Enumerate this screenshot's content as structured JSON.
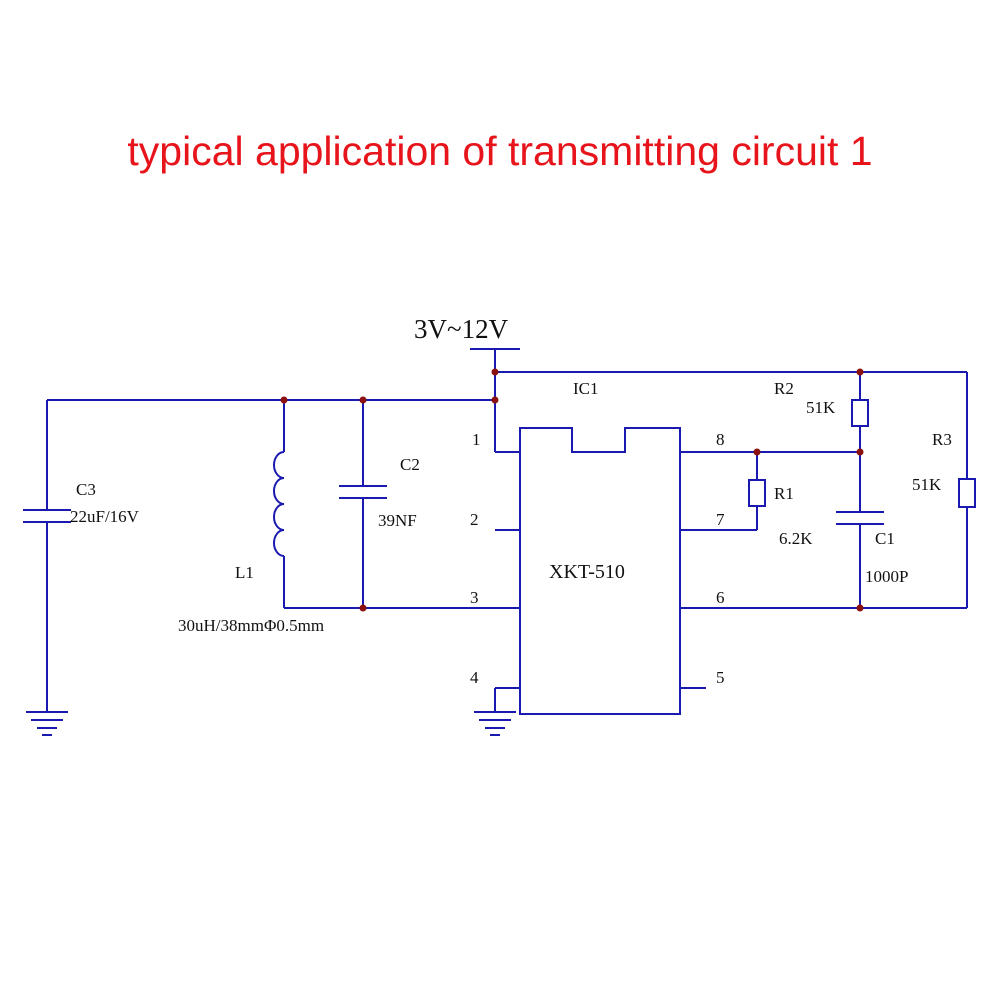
{
  "title": "typical application of transmitting circuit 1",
  "colors": {
    "title": "#e8141b",
    "wire": "#1a1ab0",
    "node": "#8b1010",
    "text": "#111111"
  },
  "supply": {
    "label": "3V~12V"
  },
  "ic": {
    "ref": "IC1",
    "part": "XKT-510",
    "pins": [
      "1",
      "2",
      "3",
      "4",
      "5",
      "6",
      "7",
      "8"
    ]
  },
  "components": {
    "c3": {
      "ref": "C3",
      "value": "22uF/16V"
    },
    "c2": {
      "ref": "C2",
      "value": "39NF"
    },
    "l1": {
      "ref": "L1",
      "value": "30uH/38mmΦ0.5mm"
    },
    "r1": {
      "ref": "R1",
      "value": "6.2K"
    },
    "r2": {
      "ref": "R2",
      "value": "51K"
    },
    "r3": {
      "ref": "R3",
      "value": "51K"
    },
    "c1": {
      "ref": "C1",
      "value": "1000P"
    }
  }
}
